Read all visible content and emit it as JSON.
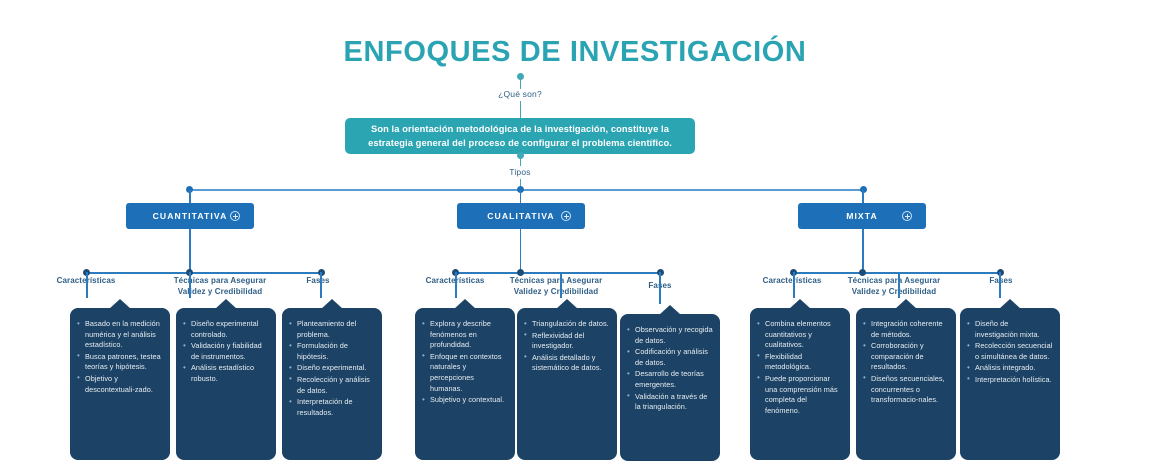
{
  "title": "ENFOQUES DE INVESTIGACIÓN",
  "colors": {
    "title_teal": "#2AA3B2",
    "definition_box": "#2CA5B3",
    "type_button_blue": "#1D6FB8",
    "card_navy": "#1C4365",
    "label_blue": "#2F5F86",
    "background": "#FFFFFF"
  },
  "connectors": {
    "que_son_label": "¿Qué son?",
    "tipos_label": "Tipos"
  },
  "definition": {
    "text": "Son la orientación metodológica de la investigación, constituye la estrategia general del proceso de configurar el problema científico."
  },
  "branch_labels": {
    "caracteristicas": "Características",
    "tecnicas_line1": "Técnicas para Asegurar",
    "tecnicas_line2": "Validez y Credibilidad",
    "fases": "Fases"
  },
  "icons": {
    "expand": "plus-circle-icon"
  },
  "types": [
    {
      "id": "cuantitativa",
      "label": "CUANTITATIVA",
      "columns": [
        {
          "heading": "Características",
          "items": [
            "Basado en la medición numérica y el análisis estadístico.",
            "Busca patrones, testea teorías y hipótesis.",
            "Objetivo y descontextuali-zado."
          ]
        },
        {
          "heading": "Técnicas para Asegurar Validez y Credibilidad",
          "items": [
            "Diseño experimental controlado.",
            "Validación y fiabilidad de instrumentos.",
            "Análisis estadístico robusto."
          ]
        },
        {
          "heading": "Fases",
          "items": [
            "Planteamiento del problema.",
            "Formulación de hipótesis.",
            "Diseño experimental.",
            "Recolección y análisis de datos.",
            "Interpretación de resultados."
          ]
        }
      ]
    },
    {
      "id": "cualitativa",
      "label": "CUALITATIVA",
      "columns": [
        {
          "heading": "Características",
          "items": [
            "Explora y describe fenómenos en profundidad.",
            "Enfoque en contextos naturales y percepciones humanas.",
            "Subjetivo y contextual."
          ]
        },
        {
          "heading": "Técnicas para Asegurar Validez y Credibilidad",
          "items": [
            "Triangulación de datos.",
            "Reflexividad del investigador.",
            "Análisis detallado y sistemático de datos."
          ]
        },
        {
          "heading": "Fases",
          "items": [
            "Observación y recogida de datos.",
            "Codificación y análisis de datos.",
            "Desarrollo de teorías emergentes.",
            "Validación a través de la triangulación."
          ]
        }
      ]
    },
    {
      "id": "mixta",
      "label": "MIXTA",
      "columns": [
        {
          "heading": "Características",
          "items": [
            "Combina elementos cuantitativos y cualitativos.",
            "Flexibilidad metodológica.",
            "Puede proporcionar una comprensión más completa del fenómeno."
          ]
        },
        {
          "heading": "Técnicas para Asegurar Validez y Credibilidad",
          "items": [
            "Integración coherente de métodos.",
            "Corroboración y comparación de resultados.",
            "Diseños secuenciales, concurrentes o transformacio-nales."
          ]
        },
        {
          "heading": "Fases",
          "items": [
            "Diseño de investigación mixta.",
            "Recolección secuencial o simultánea de datos.",
            "Análisis integrado.",
            "Interpretación holística."
          ]
        }
      ]
    }
  ]
}
